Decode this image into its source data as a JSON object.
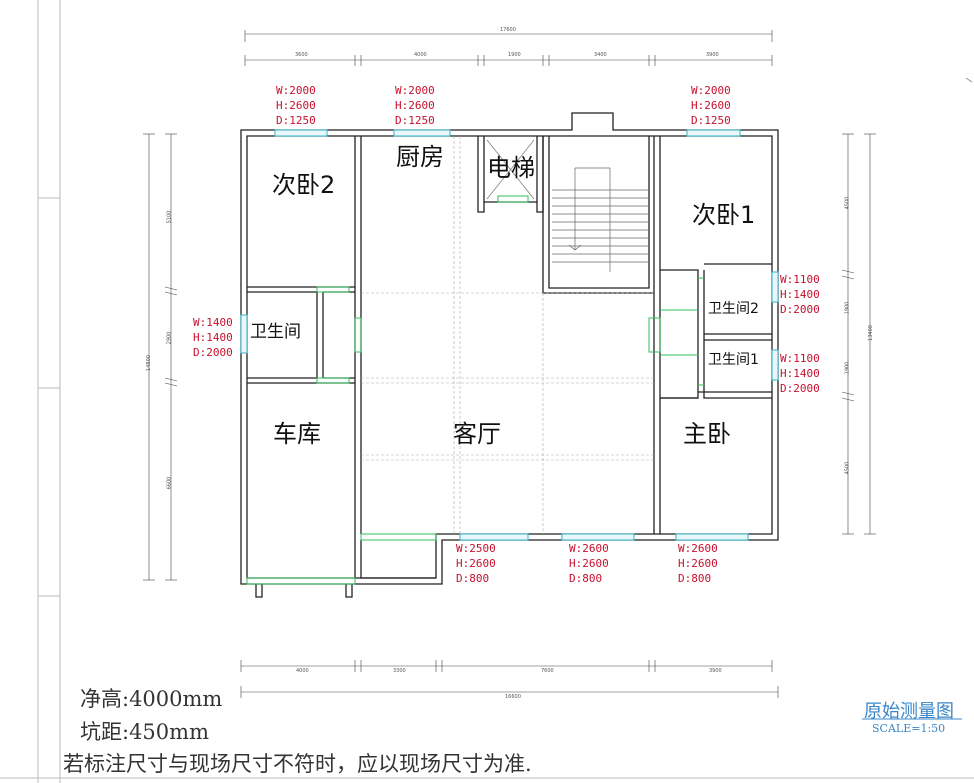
{
  "rooms": {
    "ciwo2": "次卧2",
    "chufang": "厨房",
    "dianti": "电梯",
    "ciwo1": "次卧1",
    "weisheng": "卫生间",
    "weisheng2": "卫生间2",
    "weisheng1": "卫生间1",
    "cheku": "车库",
    "keting": "客厅",
    "zhuwo": "主卧"
  },
  "windows": [
    {
      "w": "W:2000",
      "h": "H:2600",
      "d": "D:1250"
    },
    {
      "w": "W:2000",
      "h": "H:2600",
      "d": "D:1250"
    },
    {
      "w": "W:2000",
      "h": "H:2600",
      "d": "D:1250"
    },
    {
      "w": "W:1400",
      "h": "H:1400",
      "d": "D:2000"
    },
    {
      "w": "W:1100",
      "h": "H:1400",
      "d": "D:2000"
    },
    {
      "w": "W:1100",
      "h": "H:1400",
      "d": "D:2000"
    },
    {
      "w": "W:2500",
      "h": "H:2600",
      "d": "D:800"
    },
    {
      "w": "W:2600",
      "h": "H:2600",
      "d": "D:800"
    },
    {
      "w": "W:2600",
      "h": "H:2600",
      "d": "D:800"
    }
  ],
  "dims": {
    "top_total": "17600",
    "top": [
      "3600",
      "4000",
      "1900",
      "3400",
      "3900"
    ],
    "left_total": "14800",
    "left": [
      "5100",
      "2900",
      "6600"
    ],
    "right_total": "13400",
    "right": [
      "4500",
      "1900",
      "1900",
      "4500"
    ],
    "bottom_total": "16600",
    "bottom": [
      "4000",
      "3300",
      "7600",
      "3900"
    ]
  },
  "notes": {
    "height": "净高:4000mm",
    "pit": "坑距:450mm",
    "disclaimer": "若标注尺寸与现场尺寸不符时，应以现场尺寸为准."
  },
  "titleblock": {
    "title": "原始测量图",
    "scale": "SCALE=1:50"
  },
  "colors": {
    "wall": "#222222",
    "window": "#36b5c9",
    "door": "#2fbf5a",
    "spec": "#c8102e",
    "title": "#3a86c8"
  }
}
